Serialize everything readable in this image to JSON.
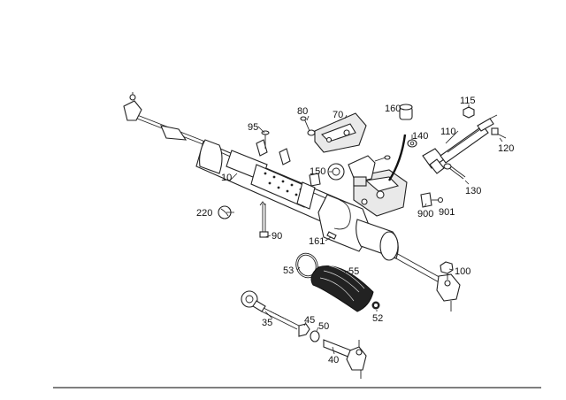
{
  "diagram": {
    "callouts": {
      "c10": "10",
      "c35": "35",
      "c40": "40",
      "c45": "45",
      "c50": "50",
      "c52": "52",
      "c53": "53",
      "c55": "55",
      "c70": "70",
      "c80": "80",
      "c90": "90",
      "c95": "95",
      "c100": "100",
      "c110": "110",
      "c115": "115",
      "c120": "120",
      "c130": "130",
      "c140": "140",
      "c150": "150",
      "c160": "160",
      "c161": "161",
      "c220": "220",
      "c900": "900",
      "c901": "901"
    }
  }
}
